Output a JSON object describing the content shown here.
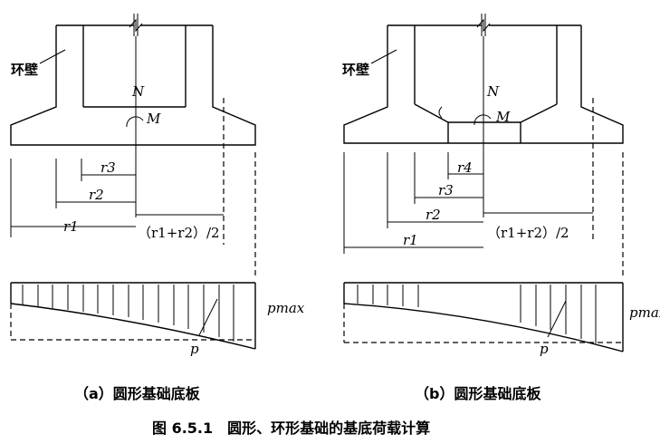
{
  "diagram_a": {
    "wall_label": "环壁",
    "load_N": "N",
    "moment_M": "M",
    "r3": "r3",
    "r2": "r2",
    "r1": "r1",
    "half_sum": "（r1+r2）/2",
    "p_max": "pmax",
    "p": "p",
    "caption": "（a）圆形基础底板"
  },
  "diagram_b": {
    "wall_label": "环壁",
    "load_N": "N",
    "moment_M": "M",
    "r4": "r4",
    "r3": "r3",
    "r2": "r2",
    "r1": "r1",
    "half_sum": "（r1+r2）/2",
    "p_max": "pmax",
    "p": "p",
    "caption": "（b）圆形基础底板"
  },
  "figure_caption": "图 6.5.1　圆形、环形基础的基底荷载计算"
}
